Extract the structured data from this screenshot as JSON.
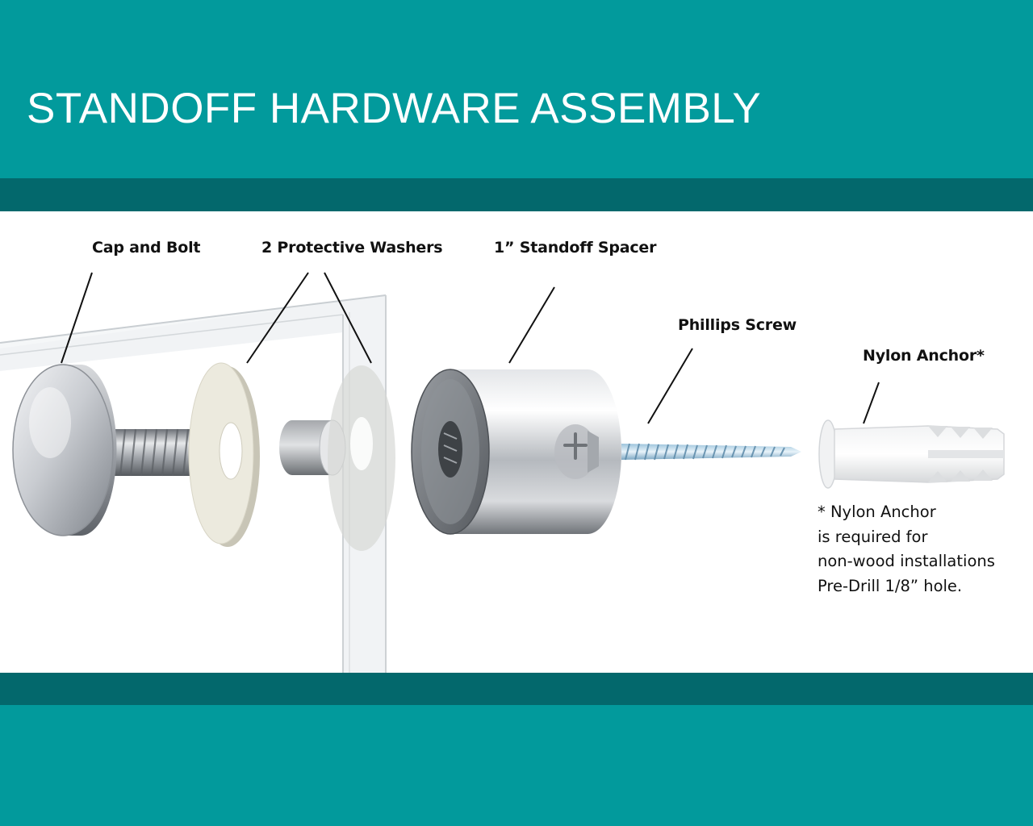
{
  "title": "STANDOFF HARDWARE ASSEMBLY",
  "labels": {
    "cap_and_bolt": "Cap and Bolt",
    "washers": "2 Protective Washers",
    "spacer": "1” Standoff Spacer",
    "screw": "Phillips Screw",
    "anchor": "Nylon Anchor*"
  },
  "note": {
    "line1": "* Nylon Anchor",
    "line2": "is required for",
    "line3": "non-wood installations",
    "line4": "Pre-Drill 1/8” hole."
  },
  "colors": {
    "teal": "#029a9c",
    "dark_teal": "#03686c"
  }
}
